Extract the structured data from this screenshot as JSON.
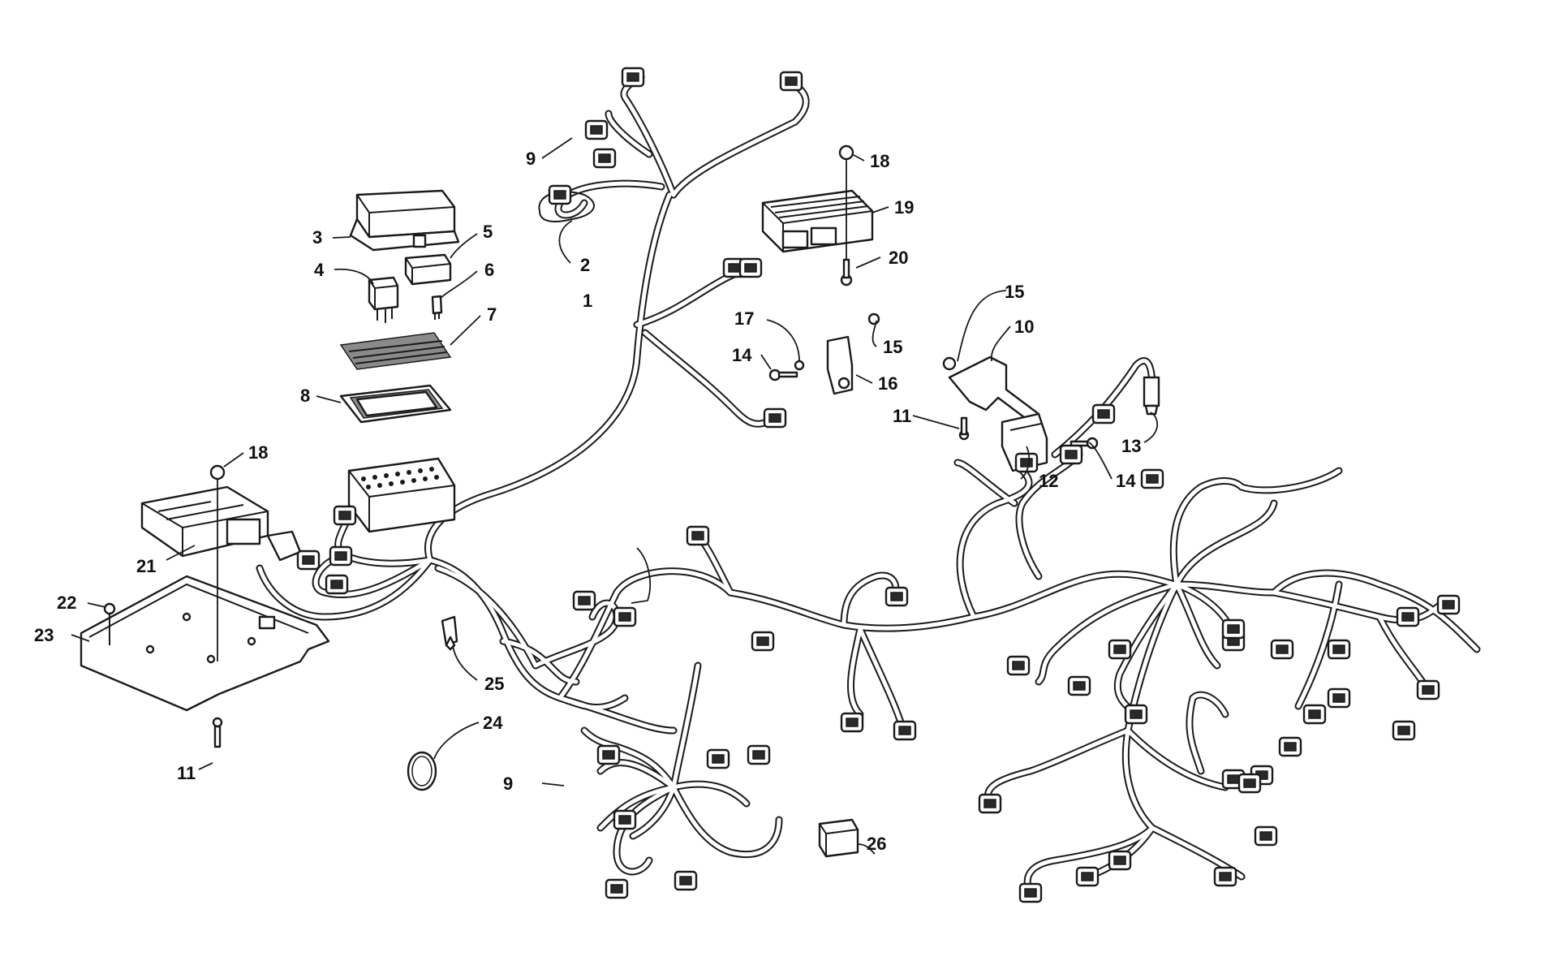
{
  "callouts": [
    {
      "id": "c1",
      "label": "1"
    },
    {
      "id": "c2",
      "label": "2"
    },
    {
      "id": "c3",
      "label": "3"
    },
    {
      "id": "c4",
      "label": "4"
    },
    {
      "id": "c5",
      "label": "5"
    },
    {
      "id": "c6",
      "label": "6"
    },
    {
      "id": "c7",
      "label": "7"
    },
    {
      "id": "c8",
      "label": "8"
    },
    {
      "id": "c9a",
      "label": "9"
    },
    {
      "id": "c9b",
      "label": "9"
    },
    {
      "id": "c10",
      "label": "10"
    },
    {
      "id": "c11a",
      "label": "11"
    },
    {
      "id": "c11b",
      "label": "11"
    },
    {
      "id": "c12",
      "label": "12"
    },
    {
      "id": "c13",
      "label": "13"
    },
    {
      "id": "c14a",
      "label": "14"
    },
    {
      "id": "c14b",
      "label": "14"
    },
    {
      "id": "c15a",
      "label": "15"
    },
    {
      "id": "c15b",
      "label": "15"
    },
    {
      "id": "c16",
      "label": "16"
    },
    {
      "id": "c17",
      "label": "17"
    },
    {
      "id": "c18a",
      "label": "18"
    },
    {
      "id": "c18b",
      "label": "18"
    },
    {
      "id": "c19",
      "label": "19"
    },
    {
      "id": "c20",
      "label": "20"
    },
    {
      "id": "c21",
      "label": "21"
    },
    {
      "id": "c22",
      "label": "22"
    },
    {
      "id": "c23",
      "label": "23"
    },
    {
      "id": "c24",
      "label": "24"
    },
    {
      "id": "c25",
      "label": "25"
    },
    {
      "id": "c26",
      "label": "26"
    }
  ],
  "colors": {
    "line": "#1a1a1a",
    "background": "#ffffff",
    "shade": "#8a8a8a"
  }
}
